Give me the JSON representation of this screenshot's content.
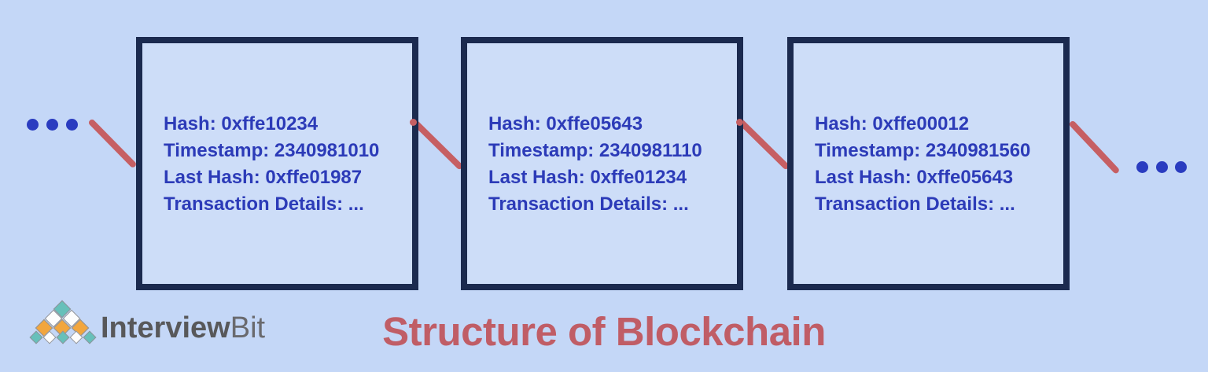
{
  "title": "Structure of Blockchain",
  "brand": {
    "bold": "Interview",
    "light": "Bit"
  },
  "blocks": [
    {
      "lines": [
        "Hash: 0xffe10234",
        "Timestamp: 2340981010",
        "Last Hash: 0xffe01987",
        "Transaction Details: ..."
      ]
    },
    {
      "lines": [
        "Hash: 0xffe05643",
        "Timestamp: 2340981110",
        "Last Hash: 0xffe01234",
        "Transaction Details: ..."
      ]
    },
    {
      "lines": [
        "Hash: 0xffe00012",
        "Timestamp: 2340981560",
        "Last Hash: 0xffe05643",
        "Transaction Details: ..."
      ]
    }
  ],
  "decorations": {
    "left_ellipsis_dots": 3,
    "right_ellipsis_dots": 3,
    "connector_count": 4
  },
  "colors": {
    "background": "#c4d7f7",
    "block_fill": "#cdddf8",
    "block_border": "#1b2a4f",
    "text_blue": "#2c3bb8",
    "dot_blue": "#2a3cc0",
    "connector_red": "#c65f63",
    "title_red": "#c05d66",
    "logo_teal": "#67c0ba",
    "logo_orange": "#f2a63e",
    "logo_white": "#fdfdfd",
    "brand_gray": "#58585a"
  }
}
